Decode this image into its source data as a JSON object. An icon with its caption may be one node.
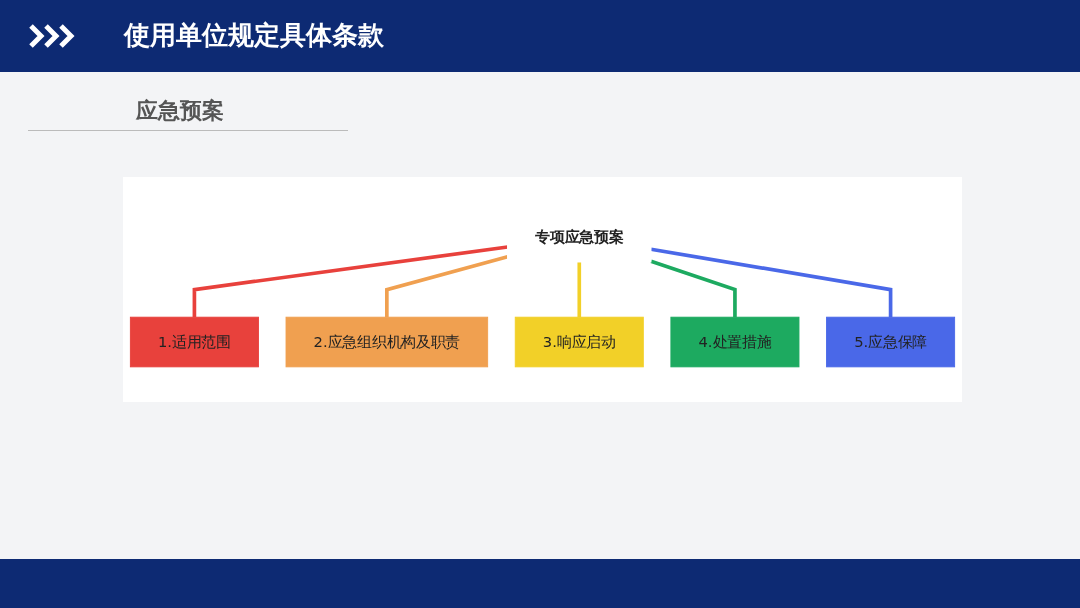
{
  "diagram": {
    "title": "使用单位规定具体条款",
    "nodes": [
      {
        "text": [
          "专项应急预案"
        ]
      },
      {
        "text": [
          "1.适用范围"
        ]
      },
      {
        "text": [
          "2.应急组织机构及职责"
        ]
      },
      {
        "text": [
          "3.响应启动"
        ]
      },
      {
        "text": [
          "4.处置措施"
        ]
      },
      {
        "text": [
          "5.应急保障"
        ]
      }
    ],
    "edges": [
      {
        "from": 0,
        "to": 1,
        "arrow": "none",
        "color": "#e8413c"
      },
      {
        "from": 0,
        "to": 2,
        "arrow": "none",
        "color": "#f0a050"
      },
      {
        "from": 0,
        "to": 3,
        "arrow": "none",
        "color": "#f2d028"
      },
      {
        "from": 0,
        "to": 4,
        "arrow": "none",
        "color": "#1daa60"
      },
      {
        "from": 0,
        "to": 5,
        "arrow": "none",
        "color": "#4a68e8"
      }
    ],
    "labels": [
      "应急预案"
    ]
  }
}
